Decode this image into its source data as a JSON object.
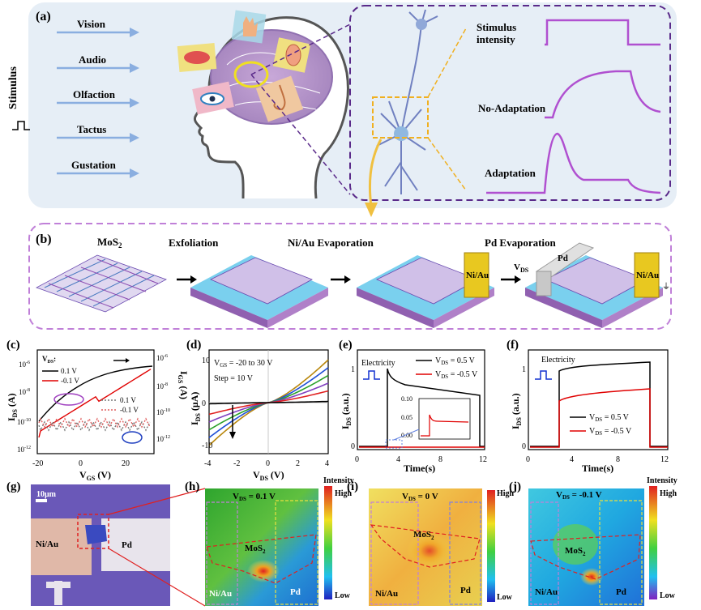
{
  "panel_labels": {
    "a": "(a)",
    "b": "(b)",
    "c": "(c)",
    "d": "(d)",
    "e": "(e)",
    "f": "(f)",
    "g": "(g)",
    "h": "(h)",
    "i": "(i)",
    "j": "(j)"
  },
  "panel_a": {
    "stimulus_label": "Stimulus",
    "senses": [
      "Vision",
      "Audio",
      "Olfaction",
      "Tactus",
      "Gustation"
    ],
    "response_labels": {
      "stimulus_intensity": "Stimulus intensity",
      "no_adaptation": "No-Adaptation",
      "adaptation": "Adaptation"
    }
  },
  "panel_b": {
    "steps": [
      "MoS2",
      "Exfoliation",
      "Ni/Au Evaporation",
      "Pd Evaporation"
    ],
    "labels": {
      "niau": "Ni/Au",
      "pd": "Pd",
      "vds": "VDS"
    }
  },
  "panel_c": {
    "chart_data": {
      "type": "line",
      "xlabel": "VGS (V)",
      "ylabel_left": "IDS (A)",
      "ylabel_right": "IGS (A)",
      "xlim": [
        -20,
        30
      ],
      "xticks": [
        "-20",
        "0",
        "20"
      ],
      "yticks_left": [
        "10^-6",
        "10^-8",
        "10^-10",
        "10^-12"
      ],
      "yticks_right": [
        "10^-6",
        "10^-8",
        "10^-10",
        "10^-12"
      ],
      "legend_title": "VDS:",
      "series": [
        {
          "name": "0.1 V",
          "color": "#000000",
          "style": "solid"
        },
        {
          "name": "-0.1 V",
          "color": "#e00000",
          "style": "solid"
        },
        {
          "name": "0.1 V",
          "color": "#777777",
          "style": "dotted"
        },
        {
          "name": "-0.1 V",
          "color": "#e06060",
          "style": "dotted"
        }
      ]
    }
  },
  "panel_d": {
    "chart_data": {
      "type": "line",
      "xlabel": "VDS (V)",
      "ylabel": "IDS (μA)",
      "xlim": [
        -4,
        4
      ],
      "xticks": [
        "-4",
        "-2",
        "0",
        "2",
        "4"
      ],
      "annotation_1": "VGS = -20 to 30 V",
      "annotation_2": "Step = 10 V",
      "series": [
        {
          "color": "#b8860b",
          "values_at_4": 11
        },
        {
          "color": "#1f4fd6",
          "values_at_4": 9
        },
        {
          "color": "#2aa02a",
          "values_at_4": 7
        },
        {
          "color": "#7f3fbf",
          "values_at_4": 5
        },
        {
          "color": "#e02020",
          "values_at_4": 3
        },
        {
          "color": "#000000",
          "values_at_4": 0.3
        }
      ]
    }
  },
  "panel_e": {
    "chart_data": {
      "type": "line",
      "xlabel": "Time(s)",
      "ylabel": "IDS (a.u.)",
      "xlim": [
        0,
        12
      ],
      "xticks": [
        "0",
        "4",
        "8",
        "12"
      ],
      "yticks": [
        "0",
        "1"
      ],
      "stimulus_label": "Electricity",
      "series": [
        {
          "name": "VDS = 0.5 V",
          "color": "#000000"
        },
        {
          "name": "VDS = -0.5 V",
          "color": "#e00000"
        }
      ],
      "inset_yticks": [
        "0.00",
        "0.05",
        "0.10"
      ]
    }
  },
  "panel_f": {
    "chart_data": {
      "type": "line",
      "xlabel": "Time(s)",
      "ylabel": "IDS (a.u.)",
      "xlim": [
        0,
        12
      ],
      "xticks": [
        "0",
        "4",
        "8",
        "12"
      ],
      "yticks": [
        "0",
        "1"
      ],
      "stimulus_label": "Electricity",
      "series": [
        {
          "name": "VDS = 0.5 V",
          "color": "#000000"
        },
        {
          "name": "VDS = -0.5 V",
          "color": "#e00000"
        }
      ]
    }
  },
  "panel_g": {
    "scale_bar": "10μm",
    "niau": "Ni/Au",
    "pd": "Pd"
  },
  "panel_h": {
    "vds": "VDS = 0.1 V",
    "mos2": "MoS2",
    "niau": "Ni/Au",
    "pd": "Pd",
    "intensity": "Intensity",
    "high": "High",
    "low": "Low"
  },
  "panel_i": {
    "vds": "VDS = 0 V",
    "mos2": "MoS2",
    "niau": "Ni/Au",
    "pd": "Pd",
    "high": "High",
    "low": "Low"
  },
  "panel_j": {
    "vds": "VDS = -0.1 V",
    "mos2": "MoS2",
    "niau": "Ni/Au",
    "pd": "Pd",
    "intensity": "Intensity",
    "high": "High",
    "low": "Low"
  }
}
